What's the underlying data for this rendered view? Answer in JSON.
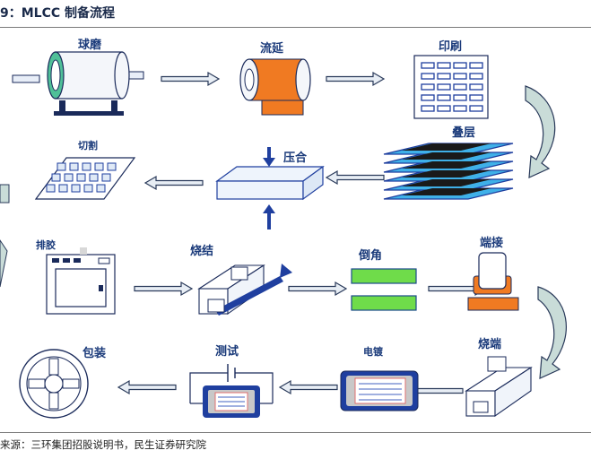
{
  "title": "9：MLCC 制备流程",
  "source": "来源：三环集团招股说明书，民生证券研究院",
  "steps": {
    "ball_mill": "球磨",
    "casting": "流延",
    "printing": "印刷",
    "stacking": "叠层",
    "pressing": "压合",
    "cutting": "切割",
    "debinding": "排胶",
    "sintering": "烧结",
    "chamfering": "倒角",
    "termination": "端接",
    "firing_termination": "烧端",
    "plating": "电镀",
    "testing": "测试",
    "packaging": "包装"
  },
  "colors": {
    "accent_blue": "#1f3f9f",
    "orange": "#f07a22",
    "green": "#6fdc4a",
    "arrow_fill": "#e8eef5",
    "arrow_stroke": "#2a3a5a"
  }
}
